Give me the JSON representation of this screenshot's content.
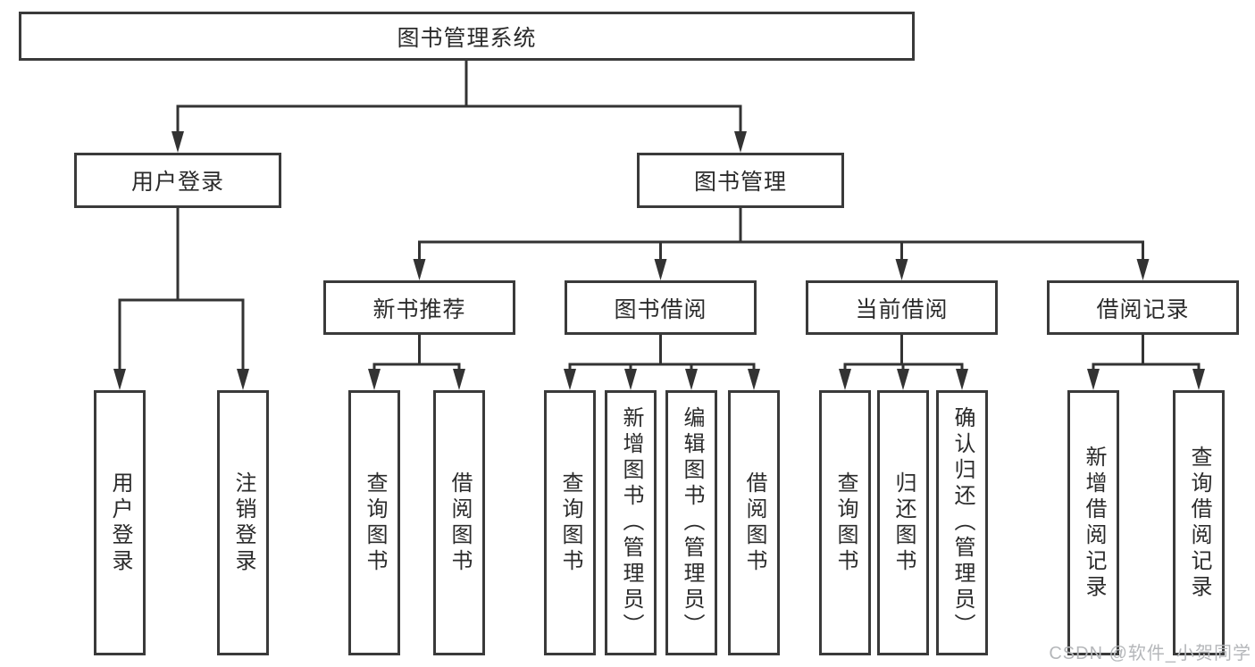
{
  "tree": {
    "label": "图书管理系统",
    "children": [
      {
        "label": "用户登录",
        "children": [
          {
            "label": "用户登录"
          },
          {
            "label": "注销登录"
          }
        ]
      },
      {
        "label": "图书管理",
        "children": [
          {
            "label": "新书推荐",
            "children": [
              {
                "label": "查询图书"
              },
              {
                "label": "借阅图书"
              }
            ]
          },
          {
            "label": "图书借阅",
            "children": [
              {
                "label": "查询图书"
              },
              {
                "label": "新增图书（管理员）"
              },
              {
                "label": "编辑图书（管理员）"
              },
              {
                "label": "借阅图书"
              }
            ]
          },
          {
            "label": "当前借阅",
            "children": [
              {
                "label": "查询图书"
              },
              {
                "label": "归还图书"
              },
              {
                "label": "确认归还（管理员）"
              }
            ]
          },
          {
            "label": "借阅记录",
            "children": [
              {
                "label": "新增借阅记录"
              },
              {
                "label": "查询借阅记录"
              }
            ]
          }
        ]
      }
    ]
  },
  "watermark": {
    "text": "CSDN @软件_小贺同学"
  },
  "colors": {
    "line": "#333333",
    "box_border": "#3a3a3a",
    "text": "#2b2b2b",
    "watermark": "#b5b7ba",
    "background": "#ffffff"
  }
}
